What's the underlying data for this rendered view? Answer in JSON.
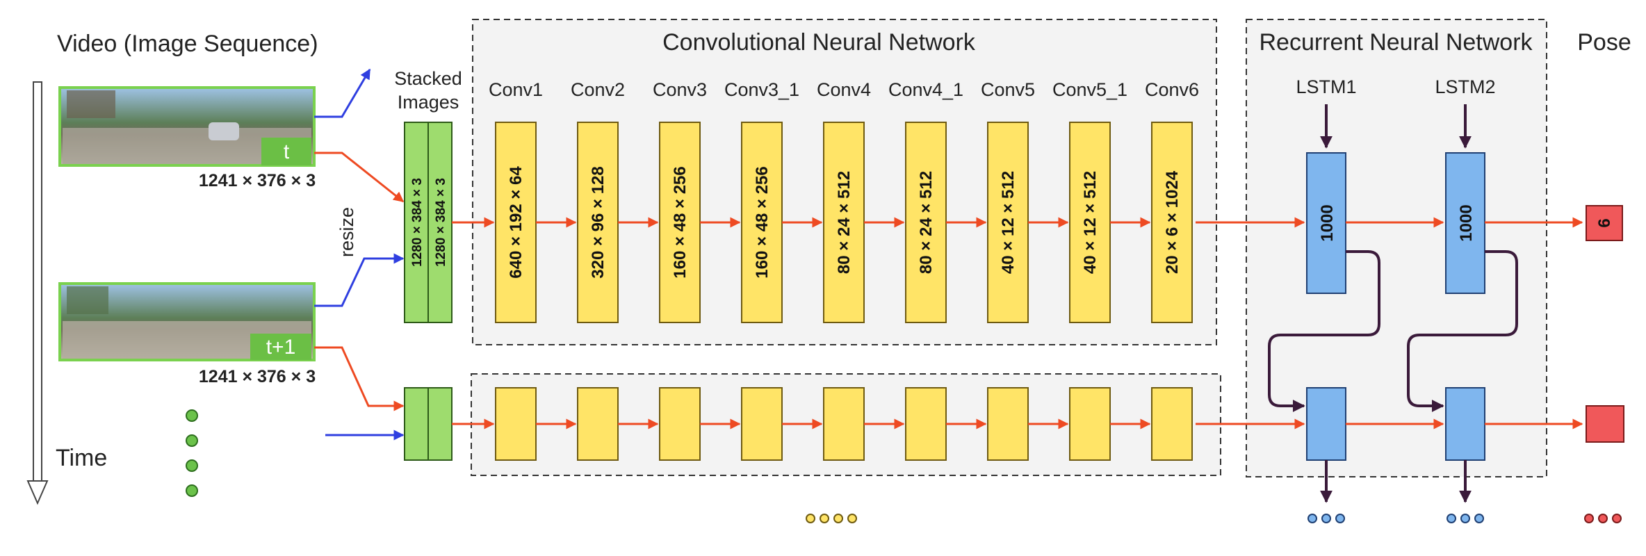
{
  "video": {
    "title": "Video (Image Sequence)",
    "time_label": "Time",
    "frames": [
      {
        "tag": "t",
        "dims": "1241 × 376 × 3"
      },
      {
        "tag": "t+1",
        "dims": "1241 × 376 × 3"
      }
    ]
  },
  "stack": {
    "title_line1": "Stacked",
    "title_line2": "Images",
    "resize_label": "resize",
    "dims": [
      "1280 × 384 × 3",
      "1280 × 384 × 3"
    ]
  },
  "cnn": {
    "title": "Convolutional Neural Network",
    "layers": [
      {
        "name": "Conv1",
        "dims": "640 × 192 × 64"
      },
      {
        "name": "Conv2",
        "dims": "320 × 96 × 128"
      },
      {
        "name": "Conv3",
        "dims": "160 × 48 × 256"
      },
      {
        "name": "Conv3_1",
        "dims": "160 × 48 × 256"
      },
      {
        "name": "Conv4",
        "dims": "80 × 24 × 512"
      },
      {
        "name": "Conv4_1",
        "dims": "80 × 24 × 512"
      },
      {
        "name": "Conv5",
        "dims": "40 × 12 × 512"
      },
      {
        "name": "Conv5_1",
        "dims": "40 × 12 × 512"
      },
      {
        "name": "Conv6",
        "dims": "20 × 6 × 1024"
      }
    ]
  },
  "rnn": {
    "title": "Recurrent Neural Network",
    "cells": [
      {
        "name": "LSTM1",
        "units": "1000"
      },
      {
        "name": "LSTM2",
        "units": "1000"
      }
    ]
  },
  "pose": {
    "title": "Pose",
    "output": "6"
  },
  "colors": {
    "conv_fill": "#ffe467",
    "lstm_fill": "#7fb6ee",
    "stack_fill": "#9edc6e",
    "pose_fill": "#f0585a",
    "flow_arrow": "#ee4a22",
    "input_arrow": "#2f3fe0",
    "recurrent_arrow": "#3a1a3a",
    "panel_bg": "#f3f3f3"
  }
}
